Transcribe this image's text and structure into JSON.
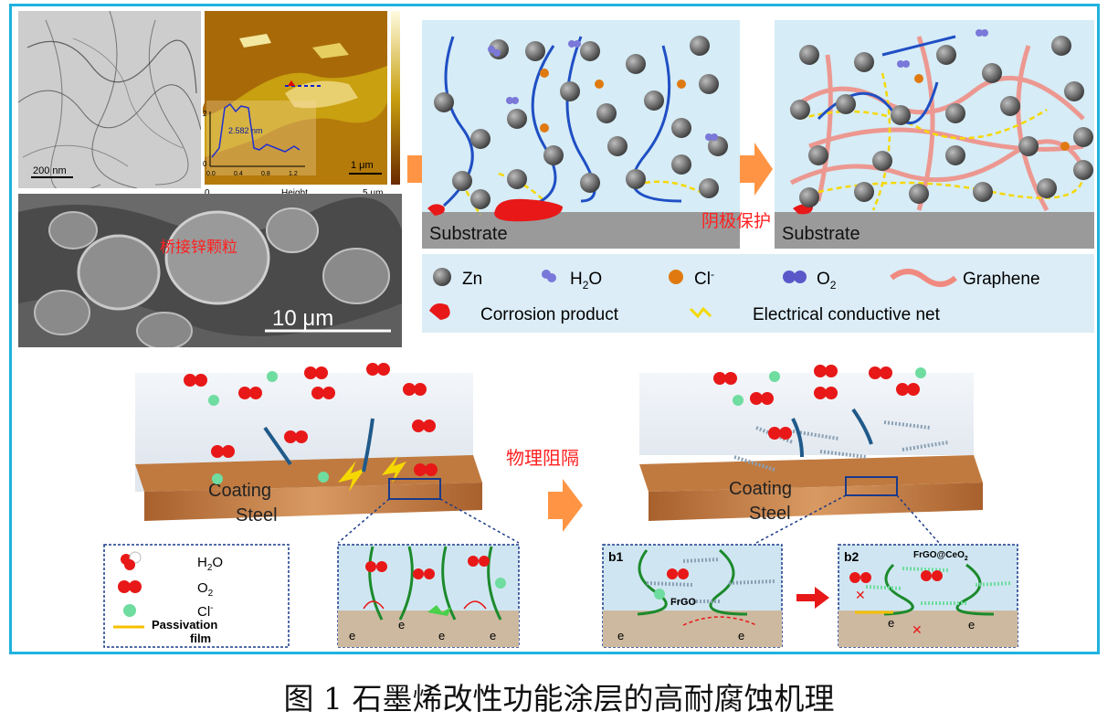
{
  "caption": "图 1  石墨烯改性功能涂层的高耐腐蚀机理",
  "panels": {
    "tem": {
      "scale_label": "200 nm"
    },
    "afm": {
      "scale_label": "1 μm",
      "height_label": "2.582 nm",
      "axis_left": "0",
      "axis_title": "Height",
      "axis_right": "5 μm",
      "ytick_top": "2",
      "ytick_bottom": "0",
      "xticks": [
        "0.0",
        "0.4",
        "0.8",
        "1.2"
      ],
      "colors": {
        "low": "#7a3a00",
        "mid": "#c8a010",
        "high": "#f6f0b0"
      }
    },
    "sem": {
      "scale_label": "10 μm",
      "annotation": "桥接锌颗粒",
      "annotation_color": "#ff2020"
    }
  },
  "zinc_schematic": {
    "substrate_left": "Substrate",
    "substrate_right": "Substrate",
    "cathodic_label": "阴极保护",
    "legend": {
      "zn": "Zn",
      "h2o": "H",
      "h2o_sub": "2",
      "h2o_tail": "O",
      "cl": "Cl",
      "cl_sup": "-",
      "o2": "O",
      "o2_sub": "2",
      "graphene": "Graphene",
      "corrosion": "Corrosion product",
      "net": "Electrical conductive net"
    },
    "colors": {
      "water_bg": "#d6ecf6",
      "substrate": "#9a9a9a",
      "blue_path": "#1f4fc4",
      "graphene": "#f08a80",
      "net": "#f5d800",
      "corrosion": "#e81818",
      "cl": "#e07a10"
    }
  },
  "barrier_schematic": {
    "arrow_label": "物理阻隔",
    "left_block": {
      "coating": "Coating",
      "steel": "Steel"
    },
    "right_block": {
      "coating": "Coating",
      "steel": "Steel"
    },
    "legend": {
      "h2o": "H",
      "h2o_sub": "2",
      "h2o_tail": "O",
      "o2": "O",
      "o2_sub": "2",
      "cl": "Cl",
      "cl_sup": "-",
      "passivation_1": "Passivation",
      "passivation_2": "film"
    },
    "inset_a": {
      "e1": "e",
      "e2": "e",
      "e3": "e",
      "e4": "e"
    },
    "inset_b1": {
      "tag": "b1",
      "frgo": "FrGO",
      "e1": "e",
      "e2": "e"
    },
    "inset_b2": {
      "tag": "b2",
      "frgo": "FrGO@CeO",
      "frgo_sub": "2",
      "e1": "e",
      "e2": "e"
    },
    "colors": {
      "steel": "#c8804a",
      "coating": "#e8eef5",
      "green_path": "#1c8a2c",
      "o2": "#e81818",
      "cl": "#6fdca0"
    }
  }
}
